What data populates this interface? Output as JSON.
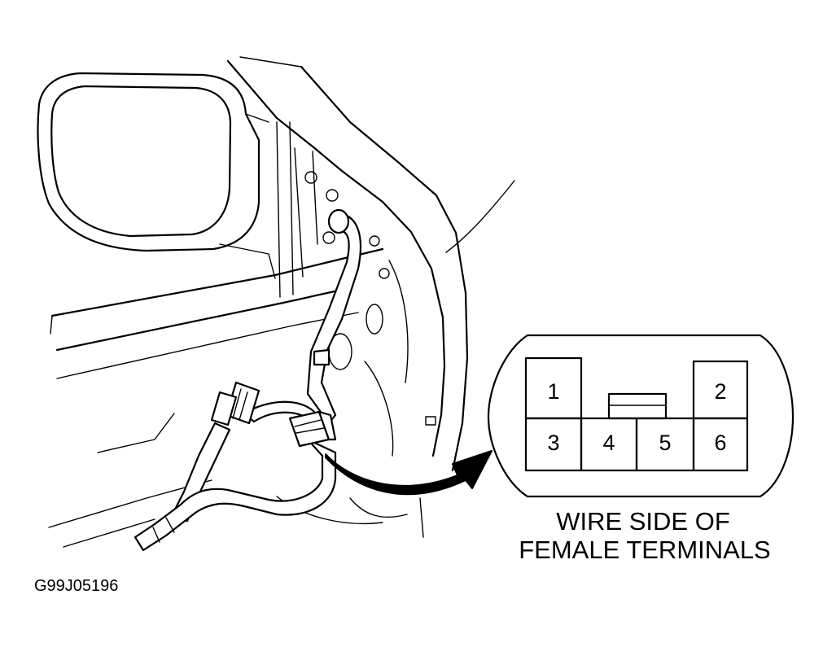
{
  "connector": {
    "caption_line1": "WIRE SIDE OF",
    "caption_line2": "FEMALE TERMINALS",
    "terminals": [
      "1",
      "2",
      "3",
      "4",
      "5",
      "6"
    ]
  },
  "figure_id": "G99J05196"
}
